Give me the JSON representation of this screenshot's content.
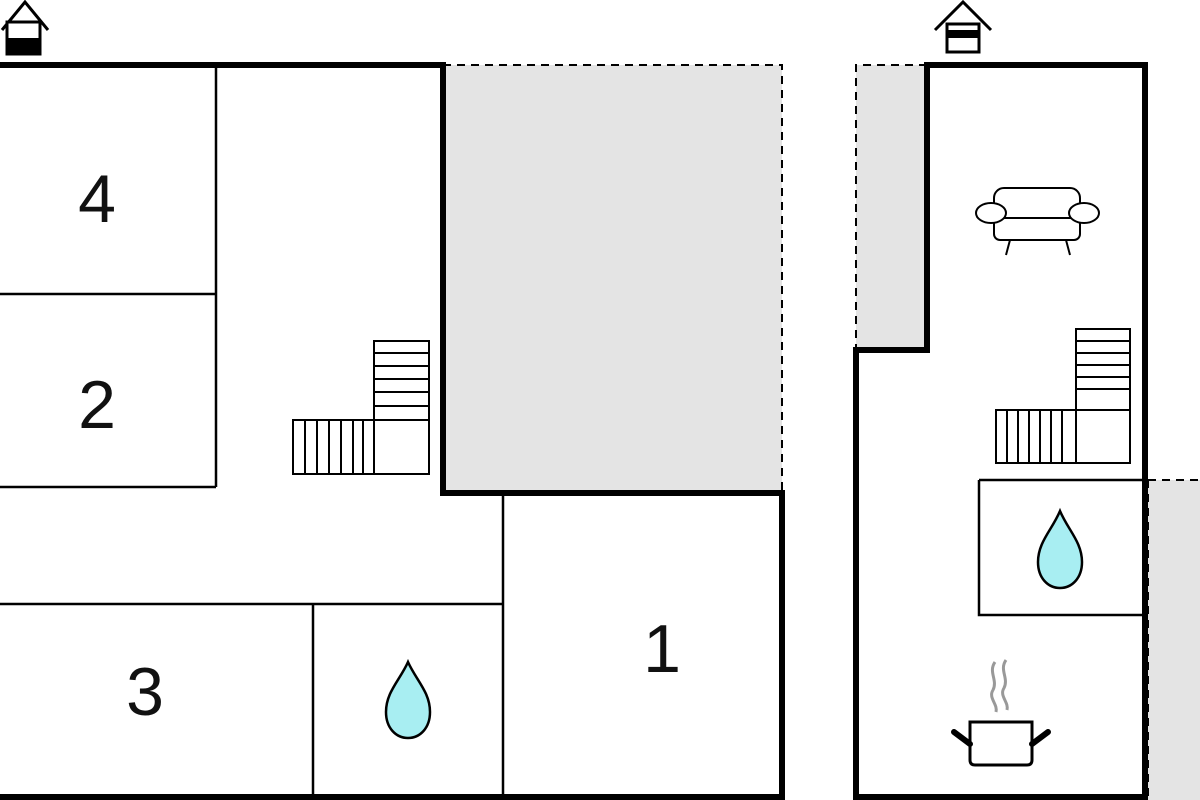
{
  "rooms": [
    {
      "id": "room-4",
      "label": "4"
    },
    {
      "id": "room-2",
      "label": "2"
    },
    {
      "id": "room-3",
      "label": "3"
    },
    {
      "id": "room-1",
      "label": "1"
    }
  ],
  "colors": {
    "wall": "#000000",
    "outdoor_area": "#e4e4e4",
    "water": "#a8eef2",
    "steam": "#999999"
  },
  "icons": [
    "house-entrance-icon",
    "stairs-icon",
    "water-drop-icon",
    "sofa-icon",
    "cooking-pot-icon"
  ]
}
